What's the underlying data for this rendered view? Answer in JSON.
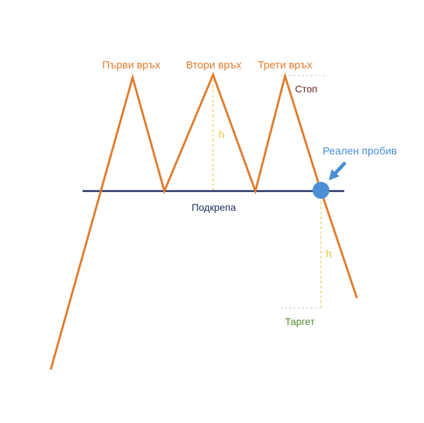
{
  "labels": {
    "first_peak": "Първи връх",
    "second_peak": "Втори връх",
    "third_peak": "Трети връх",
    "stop": "Стоп",
    "breakout": "Реален пробив",
    "support": "Подкрепа",
    "target": "Таргет",
    "height_upper": "h",
    "height_lower": "h"
  },
  "colors": {
    "price_line": "#e07b2c",
    "support_line": "#1f2d5e",
    "peak_label": "#e07b2c",
    "stop_label": "#6b1d1d",
    "breakout": "#4a8fd4",
    "support_label": "#1f2d5e",
    "target_label": "#4f8a2a",
    "height": "#e8c33a",
    "guide": "#c8c8c8"
  }
}
